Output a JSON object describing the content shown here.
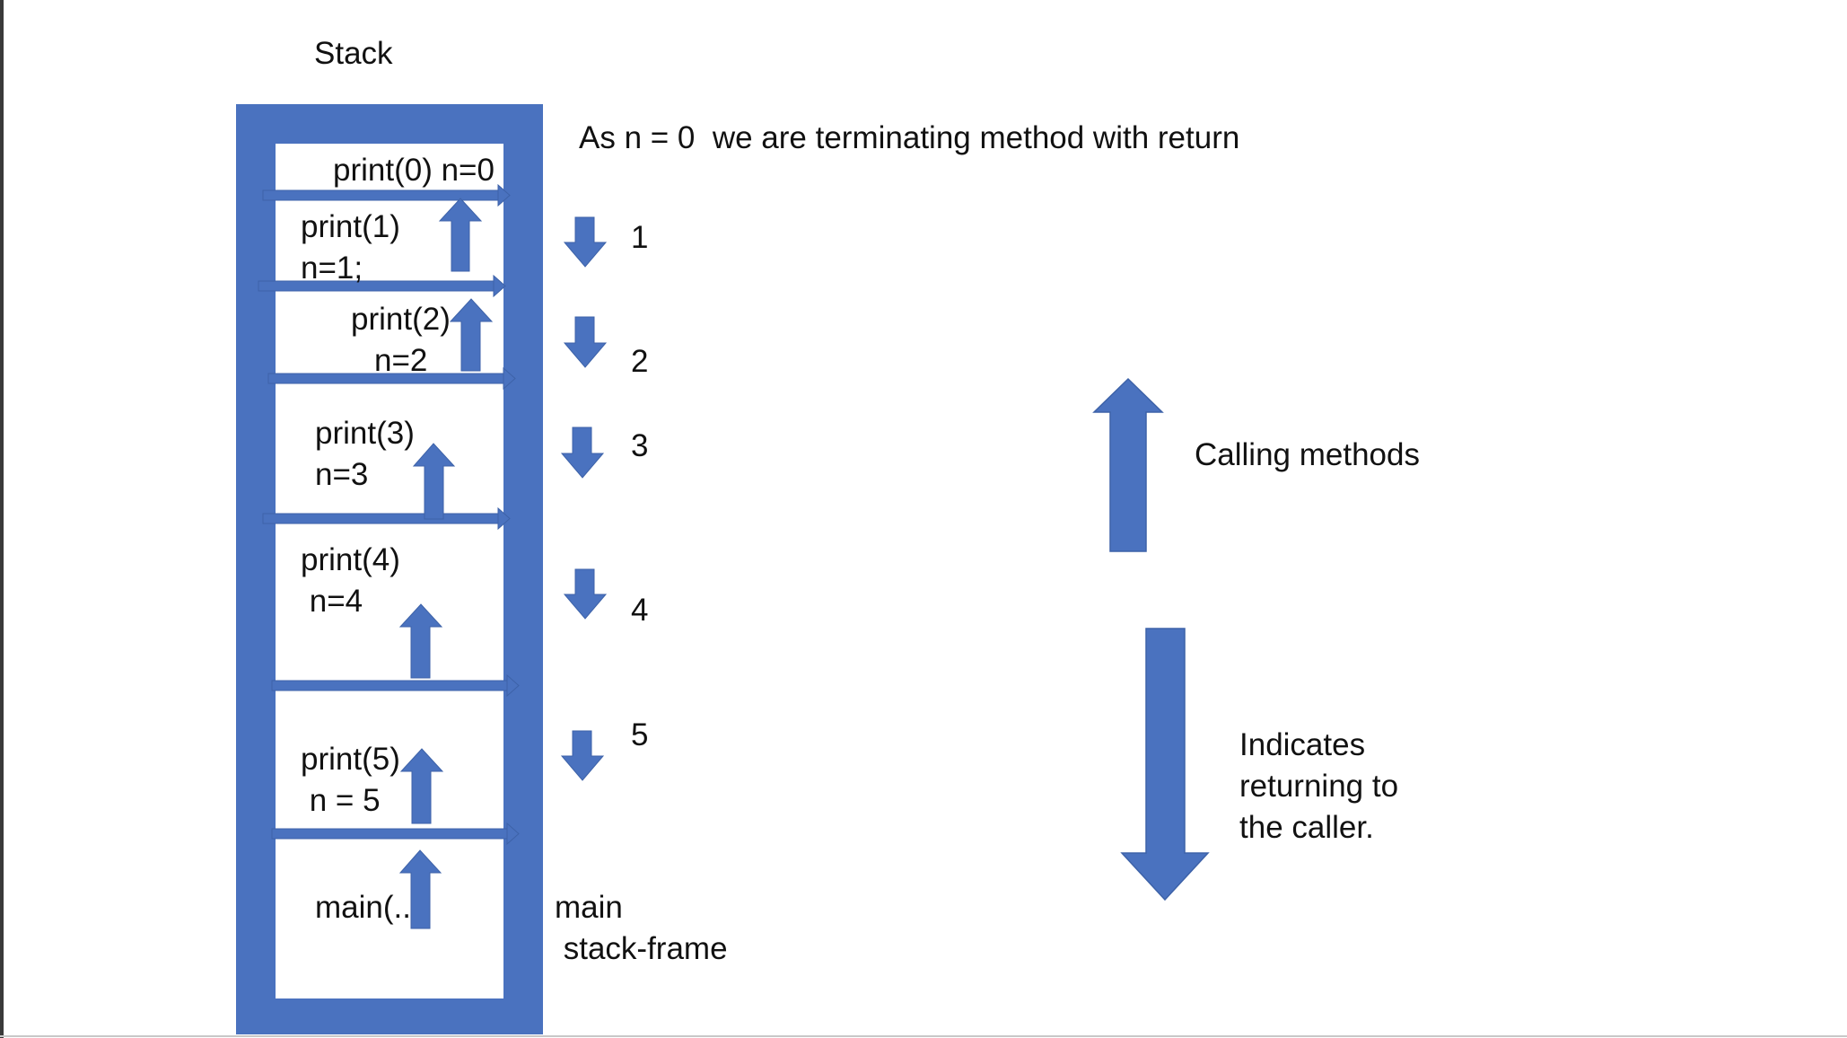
{
  "title": "Stack",
  "note": "As n = 0  we are terminating method with return",
  "colors": {
    "accent": "#4a72bf",
    "accent_dark": "#3d62a8",
    "text": "#111111",
    "frame_bg": "#ffffff"
  },
  "frames": [
    {
      "line1": "print(0) n=0",
      "line2": ""
    },
    {
      "line1": "print(1)",
      "line2": "n=1;"
    },
    {
      "line1": "print(2)",
      "line2": "n=2"
    },
    {
      "line1": "print(3)",
      "line2": "n=3"
    },
    {
      "line1": "print(4)",
      "line2": " n=4"
    },
    {
      "line1": "print(5)",
      "line2": " n = 5"
    },
    {
      "line1": "main(..",
      "line2": ""
    }
  ],
  "step_numbers": [
    "1",
    "2",
    "3",
    "4",
    "5"
  ],
  "main_label": [
    "main",
    " stack-frame"
  ],
  "legend": {
    "calling": "Calling methods",
    "returning": [
      "Indicates",
      "returning to",
      "the caller."
    ]
  }
}
